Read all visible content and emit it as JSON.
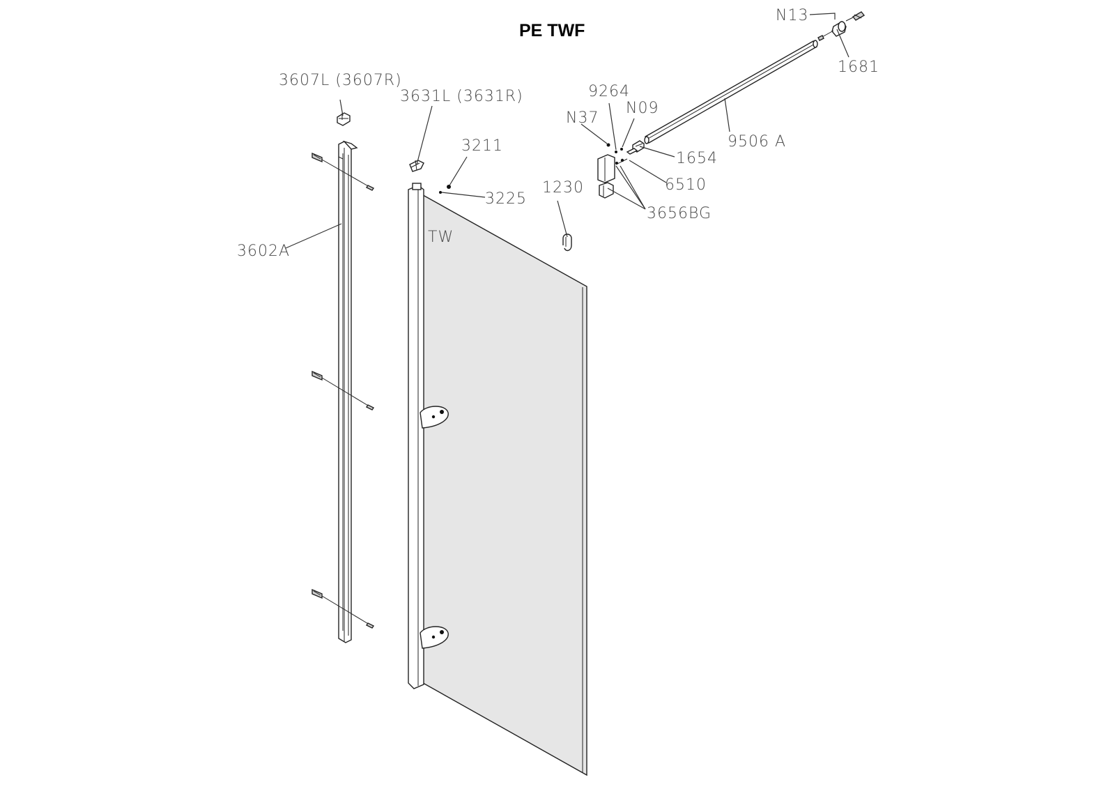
{
  "title": "PE TWF",
  "labels": {
    "n13": "N13",
    "p1681": "1681",
    "p3607": "3607L (3607R)",
    "p3631": "3631L (3631R)",
    "p9264": "9264",
    "n09": "N09",
    "n37": "N37",
    "p3211": "3211",
    "p1654": "1654",
    "p9506": "9506 A",
    "p6510": "6510",
    "p3225": "3225",
    "p1230": "1230",
    "p3656": "3656BG",
    "tw": "TW",
    "p3602": "3602A"
  },
  "colors": {
    "glass": "#e6e6e6",
    "line": "#222222",
    "label": "#4a4a4a"
  }
}
